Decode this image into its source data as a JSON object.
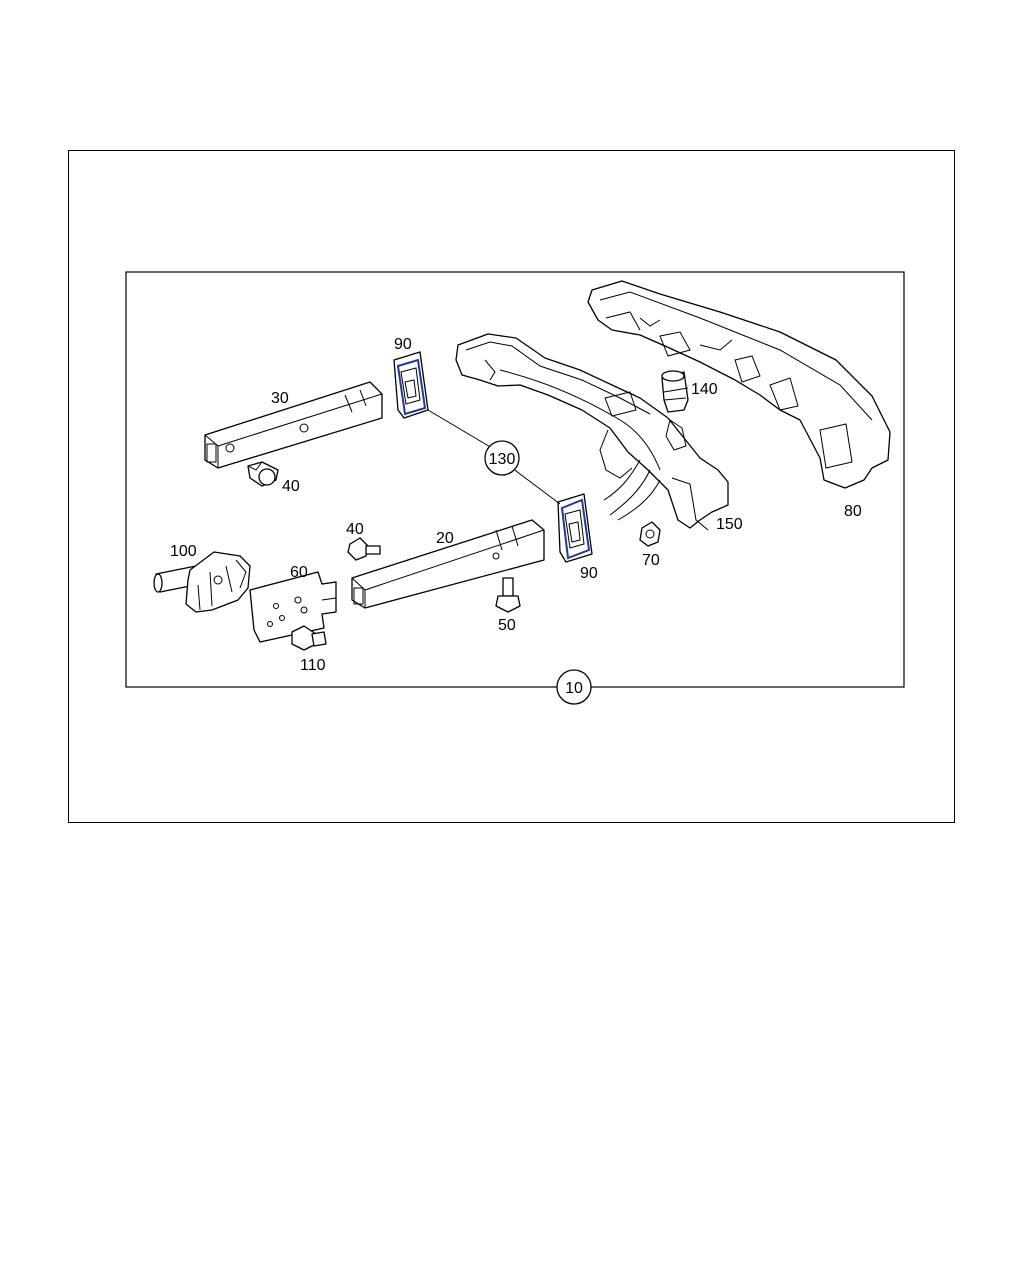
{
  "callouts": {
    "c10": "10",
    "c20": "20",
    "c30": "30",
    "c40a": "40",
    "c40b": "40",
    "c50": "50",
    "c60": "60",
    "c70": "70",
    "c80": "80",
    "c90a": "90",
    "c90b": "90",
    "c100": "100",
    "c110": "110",
    "c130": "130",
    "c140": "140",
    "c150": "150"
  },
  "colors": {
    "line": "#000000",
    "seal_accent": "#1f3a93",
    "background": "#ffffff"
  }
}
